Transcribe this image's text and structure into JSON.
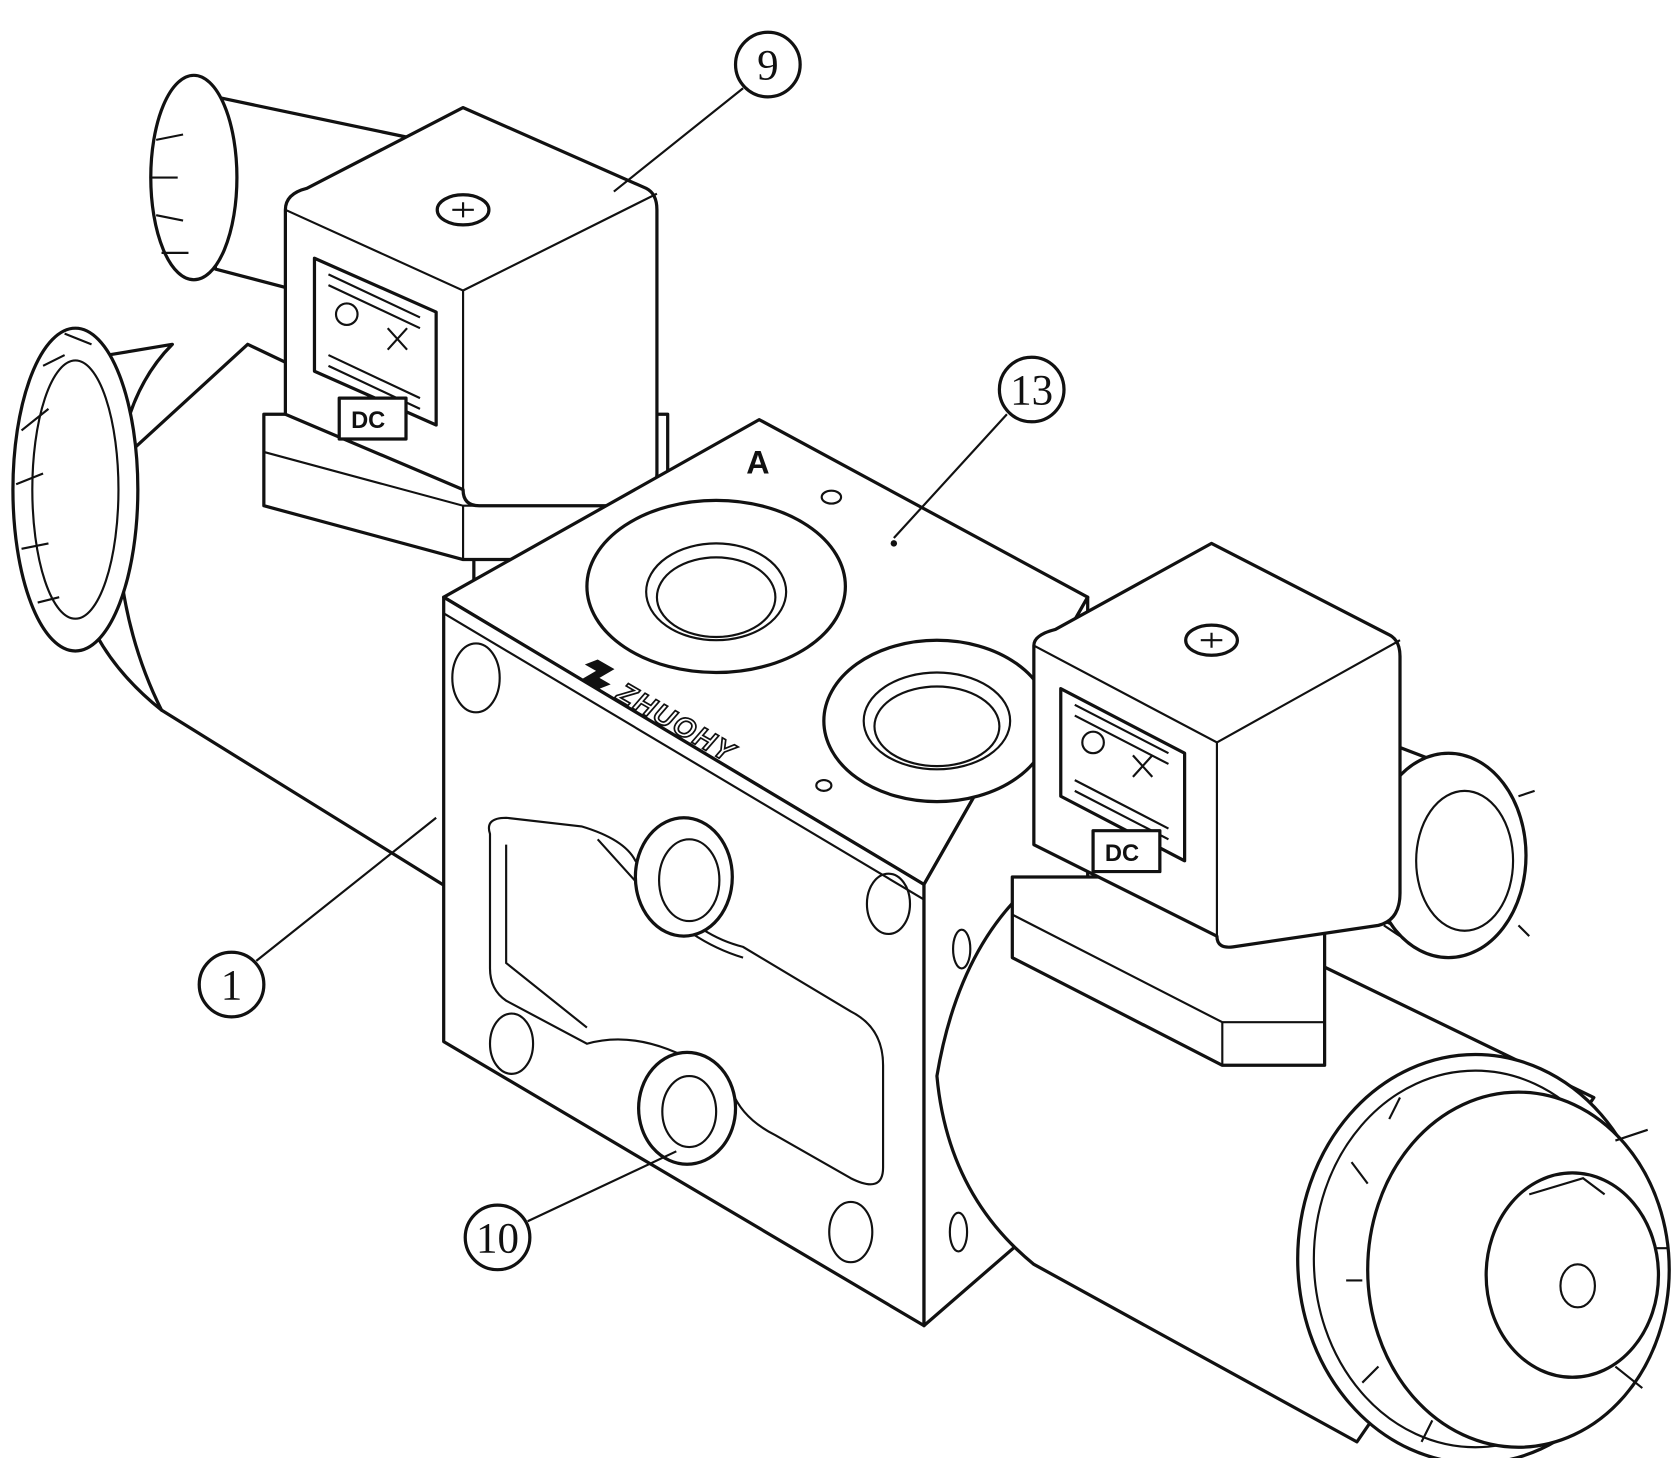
{
  "figure": {
    "callouts": [
      {
        "id": "9",
        "label": "9"
      },
      {
        "id": "13",
        "label": "13"
      },
      {
        "id": "1",
        "label": "1"
      },
      {
        "id": "10",
        "label": "10"
      }
    ],
    "port_label": "A",
    "connector_left_marking": "DC",
    "connector_right_marking": "DC",
    "brand_logo_text": "ZHUOHY"
  }
}
